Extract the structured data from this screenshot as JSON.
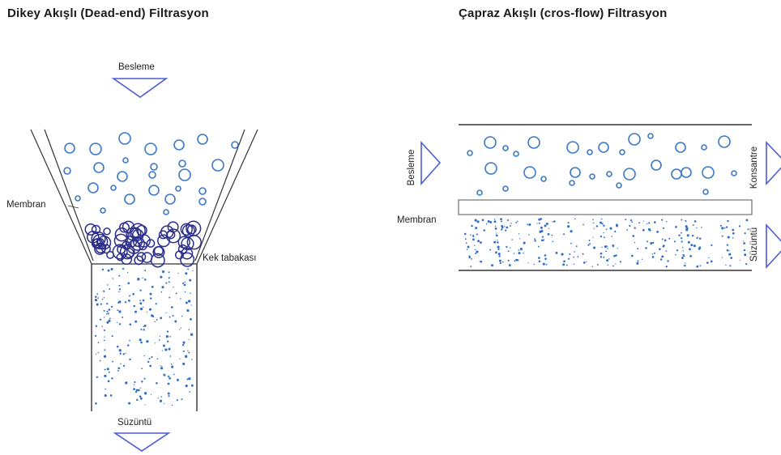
{
  "dead_end": {
    "title": "Dikey Akışlı (Dead-end) Filtrasyon",
    "feed_label": "Besleme",
    "membrane_label": "Membran",
    "cake_label": "Kek tabakası",
    "permeate_label": "Süzüntü"
  },
  "cross_flow": {
    "title": "Çapraz Akışlı (cros-flow) Filtrasyon",
    "feed_label": "Besleme",
    "membrane_label": "Membran",
    "concentrate_label": "Konsantre",
    "permeate_label": "Süzüntü"
  },
  "colors": {
    "particle": "#3a78c8",
    "cake_particle": "#2c2f8c",
    "arrow": "#4a5cd8",
    "line": "#333333",
    "dot": "#2f6fc6"
  }
}
